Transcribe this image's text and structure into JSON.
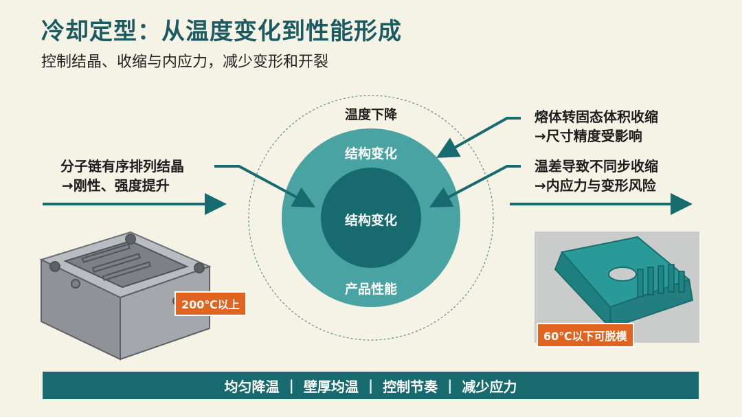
{
  "title": "冷却定型：从温度变化到性能形成",
  "subtitle": "控制结晶、收缩与内应力，减少变形和开裂",
  "circle": {
    "outer_label": "温度下降",
    "ring_top": "结构变化",
    "core": "结构变化",
    "ring_bottom": "产品性能"
  },
  "left_note": {
    "line1": "分子链有序排列结晶",
    "line2": "→刚性、强度提升"
  },
  "right_note_1": {
    "line1": "熔体转固态体积收缩",
    "line2": "→尺寸精度受影响"
  },
  "right_note_2": {
    "line1": "温差导致不同步收缩",
    "line2": "→内应力与变形风险"
  },
  "mold_image": {
    "name": "steel-mold-image",
    "badge": "200℃以上"
  },
  "part_image": {
    "name": "teal-plastic-part-image",
    "badge": "60℃以下可脱模"
  },
  "bottom_bar": {
    "items": [
      "均匀降温",
      "壁厚均温",
      "控制节奏",
      "减少应力"
    ],
    "separator": "|"
  },
  "colors": {
    "primary_teal": "#176a6e",
    "ring_teal": "#4aa3a3",
    "accent_orange": "#e0641f",
    "background": "#f5f3e6"
  }
}
